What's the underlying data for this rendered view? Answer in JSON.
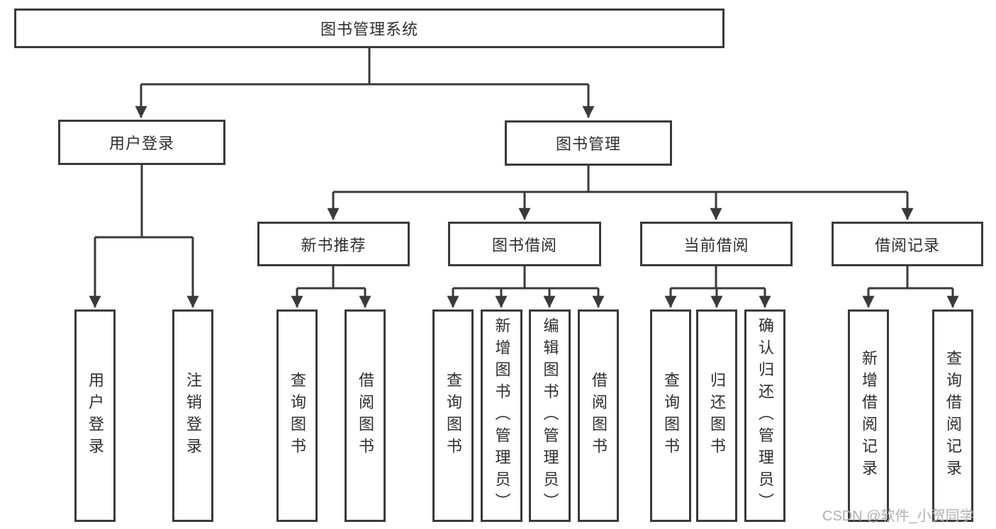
{
  "diagram": {
    "root": {
      "label": "图书管理系统"
    },
    "branches": [
      {
        "label": "用户登录",
        "children": [
          {
            "label": "用户登录"
          },
          {
            "label": "注销登录"
          }
        ]
      },
      {
        "label": "图书管理",
        "children": [
          {
            "label": "新书推荐",
            "children": [
              {
                "label": "查询图书"
              },
              {
                "label": "借阅图书"
              }
            ]
          },
          {
            "label": "图书借阅",
            "children": [
              {
                "label": "查询图书"
              },
              {
                "label": "新增图书（管理员）"
              },
              {
                "label": "编辑图书（管理员）"
              },
              {
                "label": "借阅图书"
              }
            ]
          },
          {
            "label": "当前借阅",
            "children": [
              {
                "label": "查询图书"
              },
              {
                "label": "归还图书"
              },
              {
                "label": "确认归还（管理员）"
              }
            ]
          },
          {
            "label": "借阅记录",
            "children": [
              {
                "label": "新增借阅记录"
              },
              {
                "label": "查询借阅记录"
              }
            ]
          }
        ]
      }
    ],
    "watermark": {
      "text": "CSDN @软件_小贺同学"
    },
    "colors": {
      "line": "#3a3a3a",
      "box_border": "#3a3a3a",
      "box_background": "#ffffff",
      "text": "#2e2e2e",
      "watermark": "#b0b0b0"
    }
  }
}
